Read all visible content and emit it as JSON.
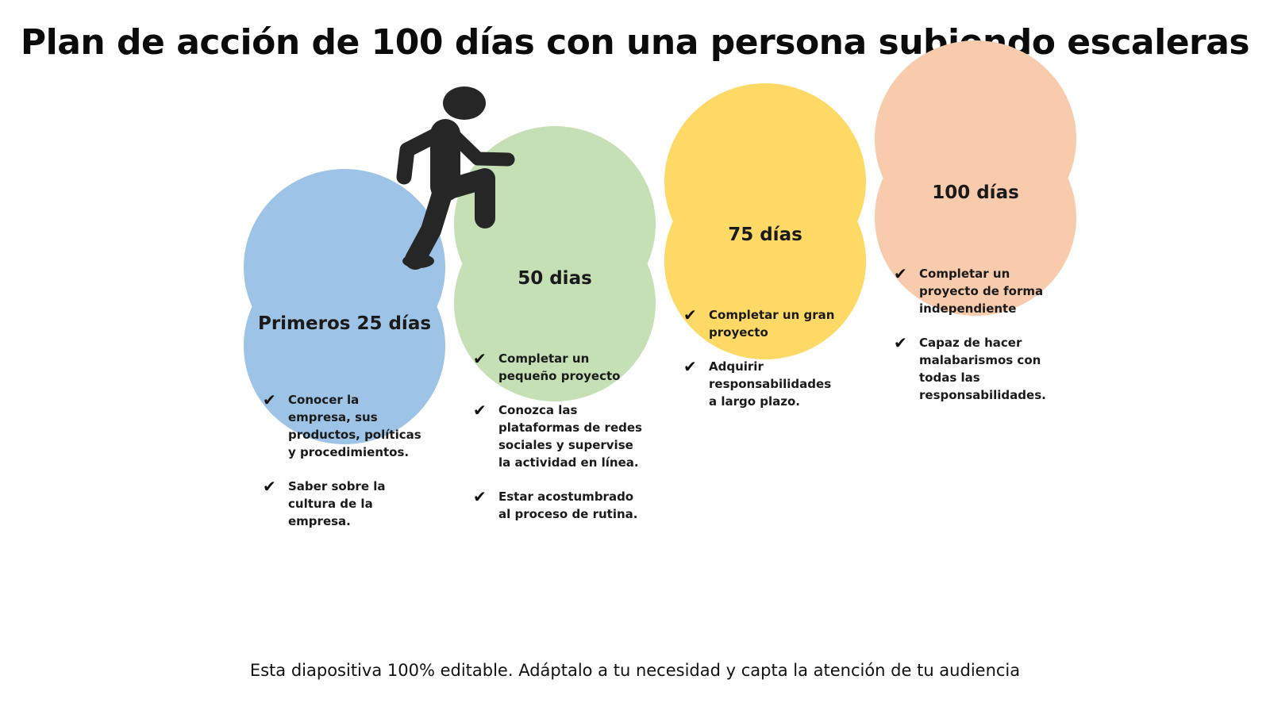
{
  "slide": {
    "title": "Plan de acción de 100 días con una persona subiendo escaleras",
    "footer": "Esta diapositiva 100% editable. Adáptalo a tu necesidad y capta la atención de tu audiencia"
  },
  "icons": {
    "check": "check-mark-icon",
    "figure": "person-climbing-stairs-icon"
  },
  "colors": {
    "blue": "#9DC3E6",
    "green": "#C5E0B4",
    "yellow": "#FFD966",
    "peach": "#F8CBAD",
    "figure": "#262626"
  },
  "stages": [
    {
      "title": "Primeros 25 días",
      "items": [
        "Conocer la empresa, sus productos, políticas y procedimientos.",
        "Saber sobre la cultura de la empresa."
      ]
    },
    {
      "title": "50 dias",
      "items": [
        "Completar un pequeño proyecto",
        "Conozca las plataformas de redes sociales y supervise la actividad en línea.",
        "Estar acostumbrado al proceso de rutina."
      ]
    },
    {
      "title": "75 días",
      "items": [
        "Completar un gran proyecto",
        "Adquirir responsabilidades a largo plazo."
      ]
    },
    {
      "title": "100 días",
      "items": [
        "Completar un proyecto de forma independiente",
        "Capaz de hacer malabarismos con todas las responsabilidades."
      ]
    }
  ]
}
